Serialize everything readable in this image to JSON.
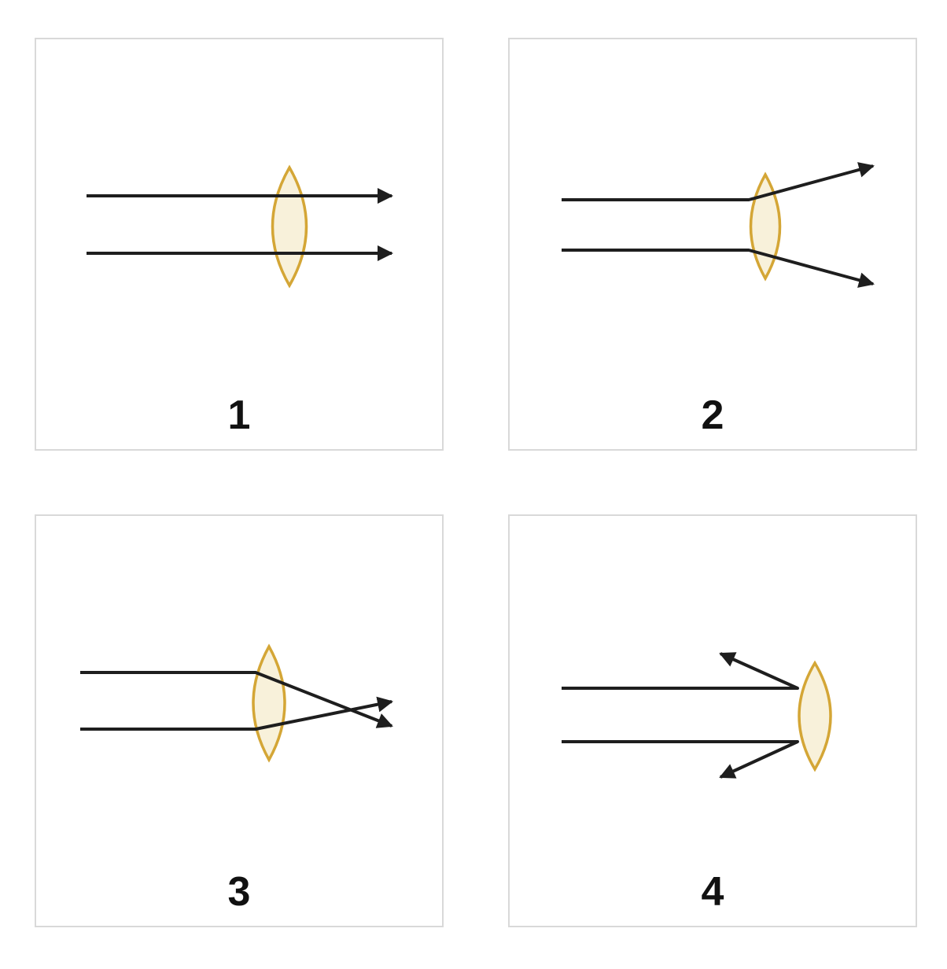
{
  "panels": [
    {
      "label": "1"
    },
    {
      "label": "2"
    },
    {
      "label": "3"
    },
    {
      "label": "4"
    }
  ],
  "colors": {
    "ray": "#1e1e1e",
    "lens_fill": "#f8f1da",
    "lens_stroke": "#d4a636",
    "panel_border": "#d9d9d9"
  }
}
